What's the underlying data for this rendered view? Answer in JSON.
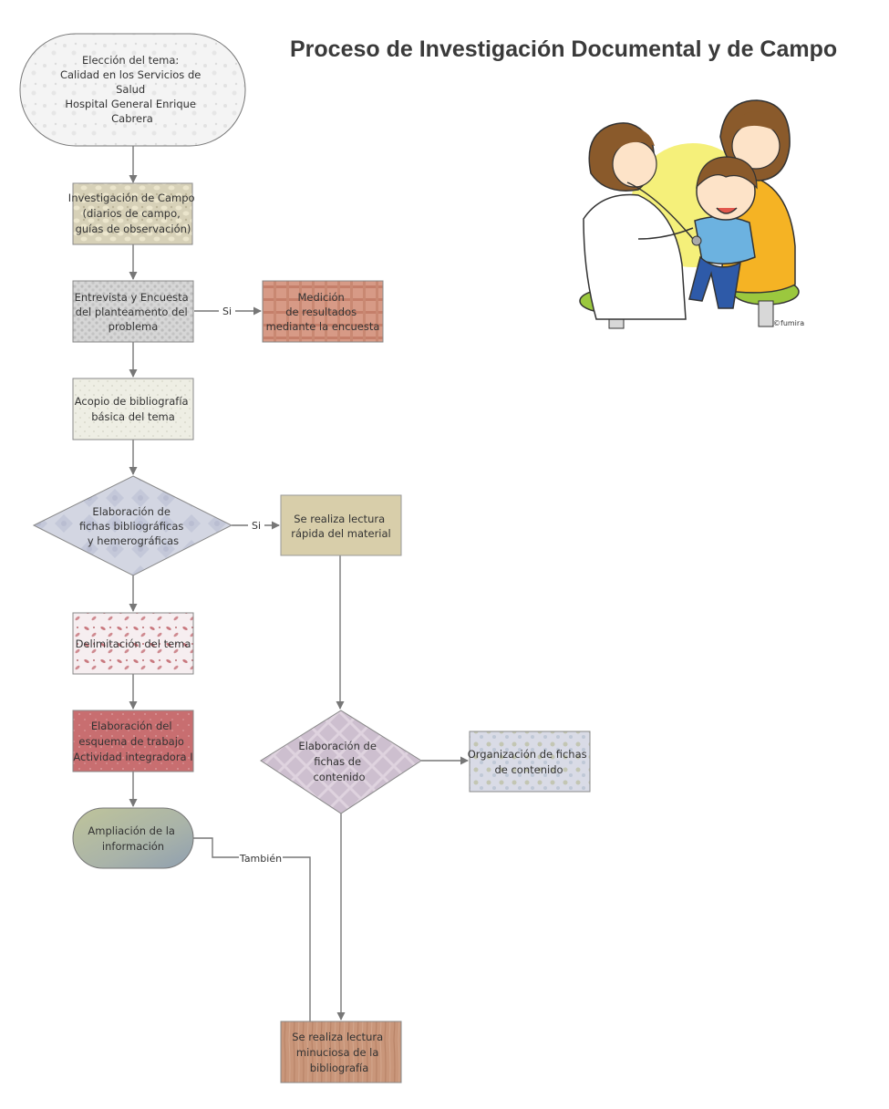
{
  "title": "Proceso de Investigación Documental y de Campo",
  "nodes": {
    "eleccion": [
      "Elección del tema:",
      "Calidad en los Servicios de",
      "Salud",
      "Hospital General Enrique",
      "Cabrera"
    ],
    "investigacion": [
      "Investigación de Campo",
      "(diarios de campo,",
      "guías de observación)"
    ],
    "entrevista": [
      "Entrevista y Encuesta",
      "del planteamento del",
      "problema"
    ],
    "medicion": [
      "Medición",
      "de resultados",
      "mediante la encuesta"
    ],
    "acopio": [
      "Acopio de bibliografía",
      "básica del tema"
    ],
    "fichas_bib": [
      "Elaboración de",
      "fichas bibliográficas",
      "y hemerográficas"
    ],
    "lectura_rapida": [
      "Se realiza lectura",
      "rápida del material"
    ],
    "delimitacion": [
      "Delimitación del tema"
    ],
    "esquema": [
      "Elaboración del",
      "esquema de trabajo",
      "Actividad integradora I"
    ],
    "ampliacion": [
      "Ampliación de la",
      "información"
    ],
    "fichas_contenido": [
      "Elaboración de",
      "fichas de",
      "contenido"
    ],
    "organizacion": [
      "Organización de fichas",
      "de contenido"
    ],
    "lectura_minuciosa": [
      "Se realiza lectura",
      "minuciosa de la",
      "bibliografía"
    ]
  },
  "edge_labels": {
    "si_1": "Si",
    "si_2": "Si",
    "tambien": "También"
  },
  "image": {
    "icon": "doctor-examining-child-illustration",
    "credit": "©fumira"
  },
  "colors": {
    "accent_yellow": "#f5f07a",
    "arrow": "#777777"
  }
}
